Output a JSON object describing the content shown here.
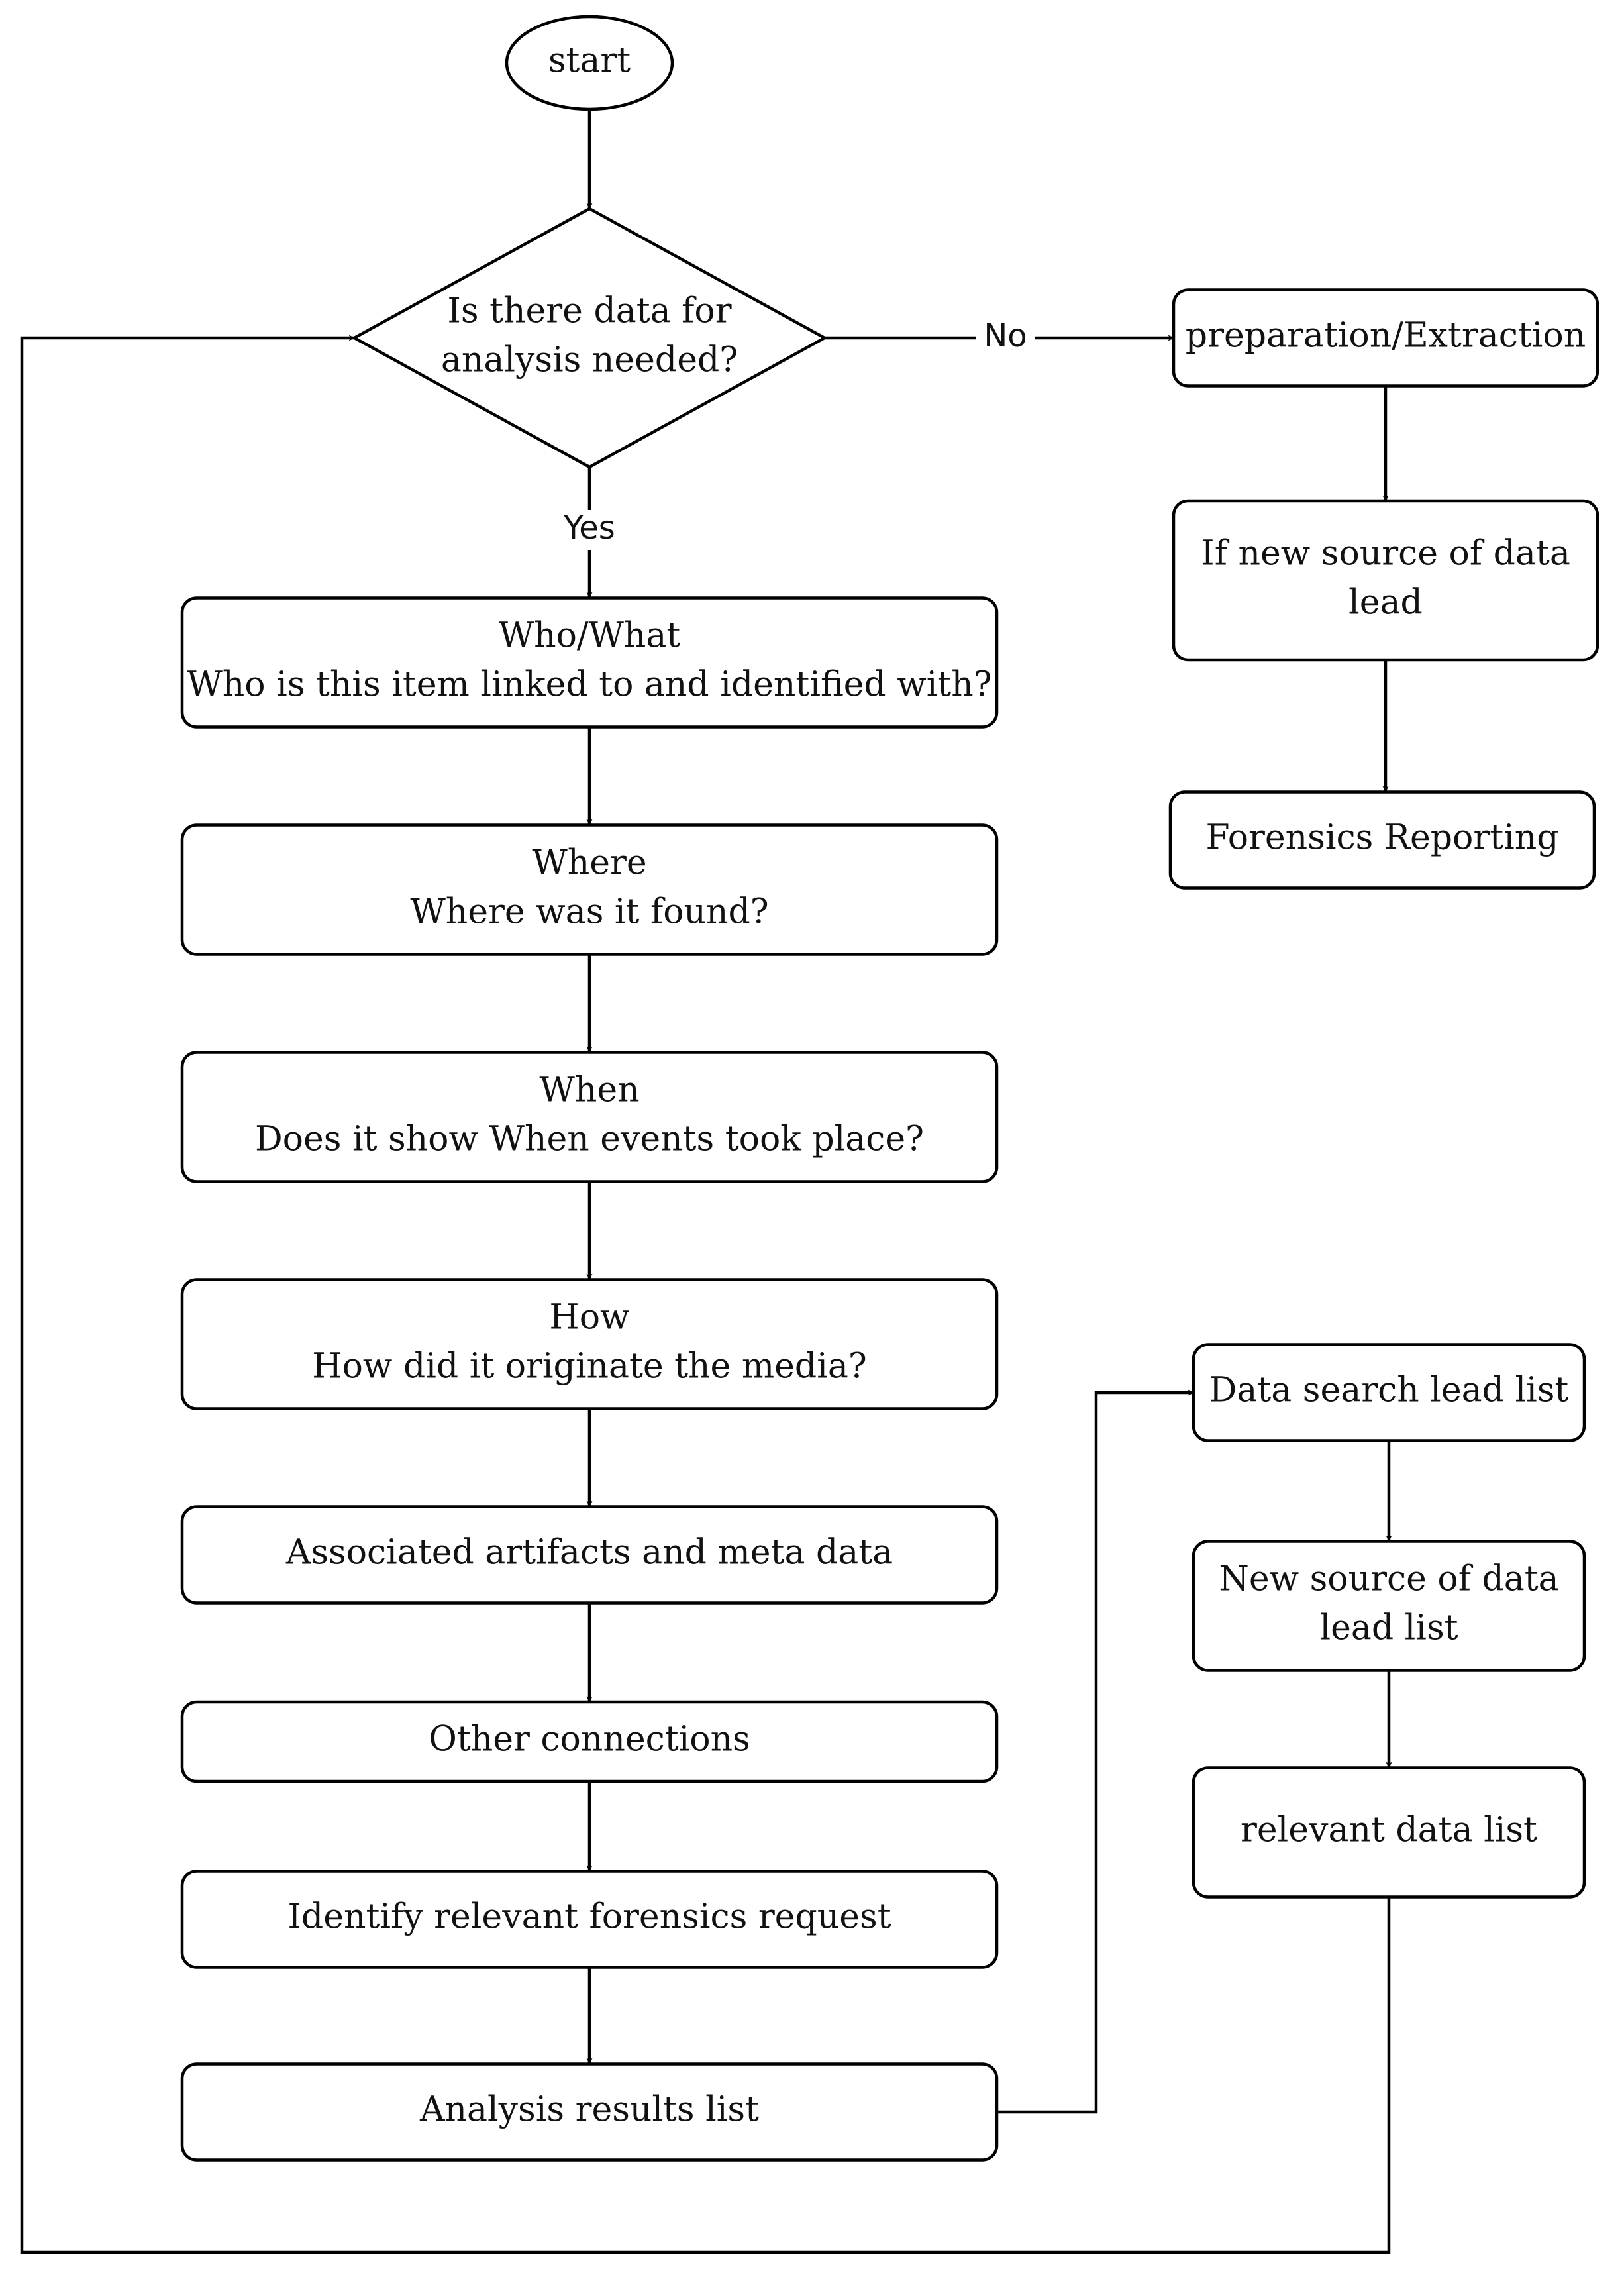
{
  "nodes": [
    {
      "id": "start",
      "shape": "ellipse",
      "lines": [
        "start"
      ]
    },
    {
      "id": "decision",
      "shape": "diamond",
      "lines": [
        "Is there data for",
        "analysis needed?"
      ]
    },
    {
      "id": "prep",
      "shape": "box",
      "lines": [
        "preparation/Extraction"
      ]
    },
    {
      "id": "new-source",
      "shape": "box",
      "lines": [
        "If new source of data",
        "lead"
      ]
    },
    {
      "id": "reporting",
      "shape": "box",
      "lines": [
        "Forensics Reporting"
      ]
    },
    {
      "id": "who",
      "shape": "box",
      "lines": [
        "Who/What",
        "Who is this item linked to and identified with?"
      ]
    },
    {
      "id": "where",
      "shape": "box",
      "lines": [
        "Where",
        "Where was it found?"
      ]
    },
    {
      "id": "when",
      "shape": "box",
      "lines": [
        "When",
        "Does it show When events took place?"
      ]
    },
    {
      "id": "how",
      "shape": "box",
      "lines": [
        "How",
        "How did it originate the media?"
      ]
    },
    {
      "id": "artifacts",
      "shape": "box",
      "lines": [
        "Associated artifacts and meta data"
      ]
    },
    {
      "id": "connections",
      "shape": "box",
      "lines": [
        "Other connections"
      ]
    },
    {
      "id": "identify",
      "shape": "box",
      "lines": [
        "Identify relevant forensics request"
      ]
    },
    {
      "id": "results",
      "shape": "box",
      "lines": [
        "Analysis results list"
      ]
    },
    {
      "id": "search-lead",
      "shape": "box",
      "lines": [
        "Data search lead list"
      ]
    },
    {
      "id": "new-source-list",
      "shape": "box",
      "lines": [
        "New source of data",
        "lead list"
      ]
    },
    {
      "id": "relevant",
      "shape": "box",
      "lines": [
        "relevant data list"
      ]
    }
  ],
  "edges": [
    {
      "from": "start",
      "to": "decision",
      "label": ""
    },
    {
      "from": "decision",
      "to": "prep",
      "label": "No"
    },
    {
      "from": "decision",
      "to": "who",
      "label": "Yes"
    },
    {
      "from": "prep",
      "to": "new-source",
      "label": ""
    },
    {
      "from": "new-source",
      "to": "reporting",
      "label": ""
    },
    {
      "from": "who",
      "to": "where",
      "label": ""
    },
    {
      "from": "where",
      "to": "when",
      "label": ""
    },
    {
      "from": "when",
      "to": "how",
      "label": ""
    },
    {
      "from": "how",
      "to": "artifacts",
      "label": ""
    },
    {
      "from": "artifacts",
      "to": "connections",
      "label": ""
    },
    {
      "from": "connections",
      "to": "identify",
      "label": ""
    },
    {
      "from": "identify",
      "to": "results",
      "label": ""
    },
    {
      "from": "results",
      "to": "search-lead",
      "label": ""
    },
    {
      "from": "search-lead",
      "to": "new-source-list",
      "label": ""
    },
    {
      "from": "new-source-list",
      "to": "relevant",
      "label": ""
    },
    {
      "from": "relevant",
      "to": "decision",
      "label": ""
    }
  ]
}
